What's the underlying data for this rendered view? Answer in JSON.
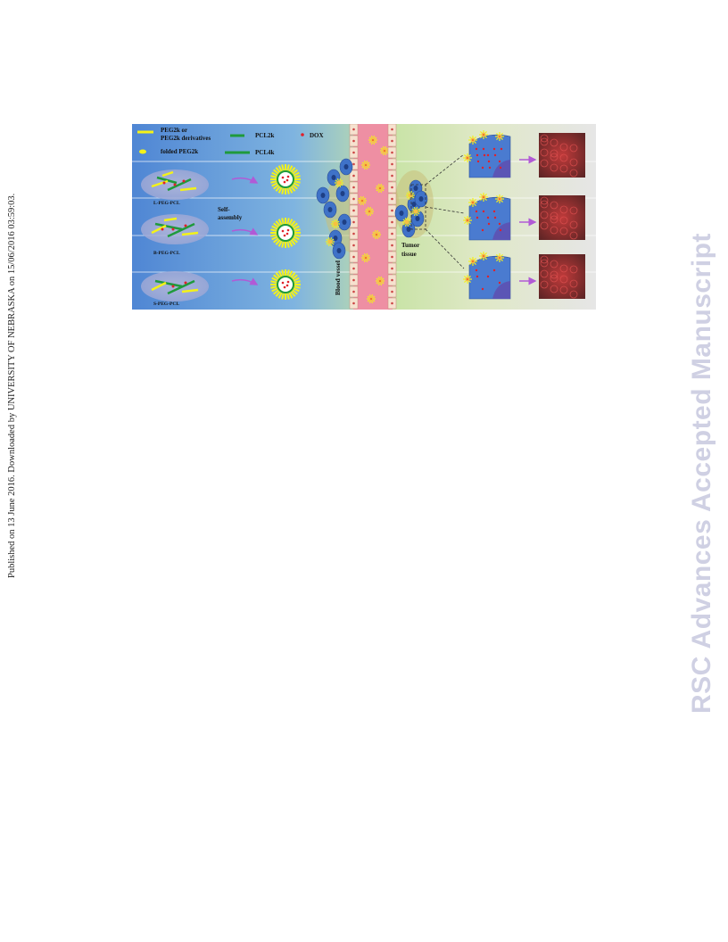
{
  "side_note": "Published on 13 June 2016. Downloaded by UNIVERSITY OF NEBRASKA on 15/06/2016 03:59:03.",
  "watermark": "RSC Advances Accepted Manuscript",
  "figure": {
    "legend": {
      "peg_line1": "PEG2k or",
      "peg_line2": "PEG2k derivatives",
      "folded_peg": "folded PEG2k",
      "pcl2k": "PCL2k",
      "pcl4k": "PCL4k",
      "dox": "DOX"
    },
    "polymers": [
      "L-PEG-PCL",
      "B-PEG-PCL",
      "S-PEG-PCL"
    ],
    "self_assembly_line1": "Self-",
    "self_assembly_line2": "assembly",
    "blood_vessel": "Blood vessel",
    "tumor_line1": "Tumor",
    "tumor_line2": "tissue",
    "colors": {
      "peg": "#f4f218",
      "pcl": "#1f9a3c",
      "dox": "#e0202a",
      "arrow": "#b15ad6",
      "vessel": "#ee8fa3",
      "cell": "#3f72c8"
    }
  }
}
